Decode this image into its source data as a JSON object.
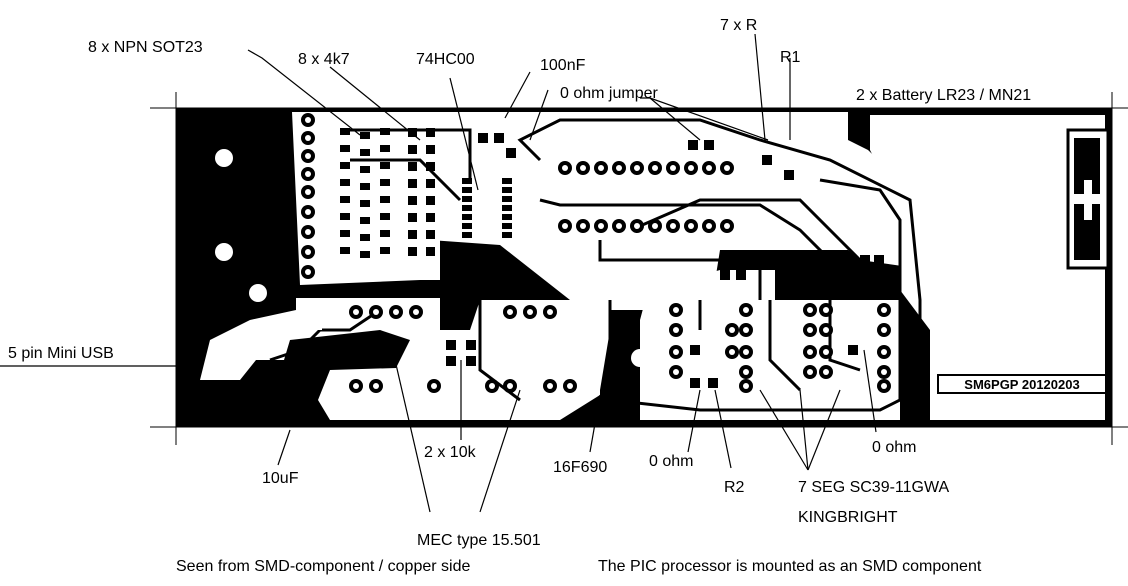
{
  "labels": {
    "npn": "8 x NPN SOT23",
    "res4k7": "8 x 4k7",
    "hc00": "74HC00",
    "c100n": "100nF",
    "seven_r": "7 x R",
    "r1": "R1",
    "jumper": "0 ohm jumper",
    "battery": "2 x Battery LR23 / MN21",
    "usb": "5 pin Mini USB",
    "c10u": "10uF",
    "res10k": "2 x 10k",
    "pic": "16F690",
    "zero_ohm_a": "0 ohm",
    "r2": "R2",
    "zero_ohm_b": "0 ohm",
    "seg_line1": "7 SEG SC39-11GWA",
    "seg_line2": "KINGBRIGHT",
    "mec": "MEC type 15.501",
    "caption_left": "Seen from SMD-component / copper side",
    "caption_right": "The PIC processor is mounted as an SMD component",
    "silk_id": "SM6PGP 20120203"
  },
  "colors": {
    "copper": "#000000",
    "board": "#ffffff",
    "line": "#000000"
  }
}
